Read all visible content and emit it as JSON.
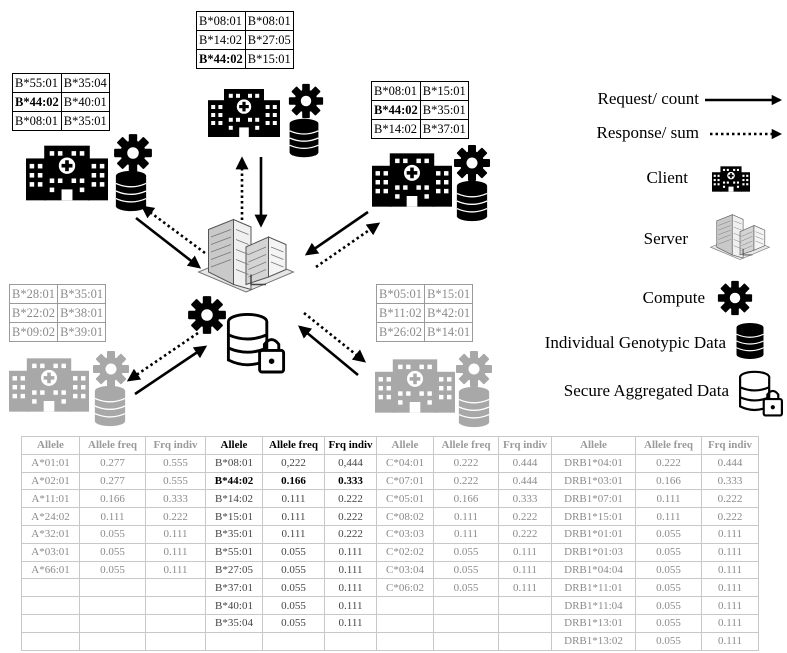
{
  "sites": {
    "top": {
      "rows": [
        [
          "B*08:01",
          "B*08:01"
        ],
        [
          "B*14:02",
          "B*27:05"
        ],
        [
          "B*44:02",
          "B*15:01"
        ]
      ],
      "bold": [
        [
          2,
          0
        ]
      ]
    },
    "top_left": {
      "rows": [
        [
          "B*55:01",
          "B*35:04"
        ],
        [
          "B*44:02",
          "B*40:01"
        ],
        [
          "B*08:01",
          "B*35:01"
        ]
      ],
      "bold": [
        [
          1,
          0
        ]
      ]
    },
    "top_right": {
      "rows": [
        [
          "B*08:01",
          "B*15:01"
        ],
        [
          "B*44:02",
          "B*35:01"
        ],
        [
          "B*14:02",
          "B*37:01"
        ]
      ],
      "bold": [
        [
          1,
          0
        ]
      ]
    },
    "bottom_left": {
      "rows": [
        [
          "B*28:01",
          "B*35:01"
        ],
        [
          "B*22:02",
          "B*38:01"
        ],
        [
          "B*09:02",
          "B*39:01"
        ]
      ],
      "bold": []
    },
    "bottom_right": {
      "rows": [
        [
          "B*05:01",
          "B*15:01"
        ],
        [
          "B*11:02",
          "B*42:01"
        ],
        [
          "B*26:02",
          "B*14:01"
        ]
      ],
      "bold": []
    }
  },
  "legend": {
    "request": "Request/ count",
    "response": "Response/ sum",
    "client": "Client",
    "server": "Server",
    "compute": "Compute",
    "individual": "Individual Genotypic Data",
    "secure": "Secure Aggregated Data"
  },
  "colors": {
    "active": "#000000",
    "faded": "#a8a8a8"
  },
  "icons": [
    "hospital-icon",
    "gear-icon",
    "database-icon",
    "server-building-icon",
    "secure-database-icon",
    "lock-icon"
  ],
  "table": {
    "headers": [
      "Allele",
      "Allele freq",
      "Frq indiv",
      "Allele",
      "Allele freq",
      "Frq indiv",
      "Allele",
      "Allele freq",
      "Frq indiv",
      "Allele",
      "Allele freq",
      "Frq indiv"
    ],
    "rows": [
      [
        "A*01:01",
        "0.277",
        "0.555",
        "B*08:01",
        "0,222",
        "0,444",
        "C*04:01",
        "0.222",
        "0.444",
        "DRB1*04:01",
        "0.222",
        "0.444"
      ],
      [
        "A*02:01",
        "0.277",
        "0.555",
        "B*44:02",
        "0.166",
        "0.333",
        "C*07:01",
        "0.222",
        "0.444",
        "DRB1*03:01",
        "0.166",
        "0.333"
      ],
      [
        "A*11:01",
        "0.166",
        "0.333",
        "B*14:02",
        "0.111",
        "0.222",
        "C*05:01",
        "0.166",
        "0.333",
        "DRB1*07:01",
        "0.111",
        "0.222"
      ],
      [
        "A*24:02",
        "0.111",
        "0.222",
        "B*15:01",
        "0.111",
        "0.222",
        "C*08:02",
        "0.111",
        "0.222",
        "DRB1*15:01",
        "0.111",
        "0.222"
      ],
      [
        "A*32:01",
        "0.055",
        "0.111",
        "B*35:01",
        "0.111",
        "0.222",
        "C*03:03",
        "0.111",
        "0.222",
        "DRB1*01:01",
        "0.055",
        "0.111"
      ],
      [
        "A*03:01",
        "0.055",
        "0.111",
        "B*55:01",
        "0.055",
        "0.111",
        "C*02:02",
        "0.055",
        "0.111",
        "DRB1*01:03",
        "0.055",
        "0.111"
      ],
      [
        "A*66:01",
        "0.055",
        "0.111",
        "B*27:05",
        "0.055",
        "0.111",
        "C*03:04",
        "0.055",
        "0.111",
        "DRB1*04:04",
        "0.055",
        "0.111"
      ],
      [
        "",
        "",
        "",
        "B*37:01",
        "0.055",
        "0.111",
        "C*06:02",
        "0.055",
        "0.111",
        "DRB1*11:01",
        "0.055",
        "0.111"
      ],
      [
        "",
        "",
        "",
        "B*40:01",
        "0.055",
        "0.111",
        "",
        "",
        "",
        "DRB1*11:04",
        "0.055",
        "0.111"
      ],
      [
        "",
        "",
        "",
        "B*35:04",
        "0.055",
        "0.111",
        "",
        "",
        "",
        "DRB1*13:01",
        "0.055",
        "0.111"
      ],
      [
        "",
        "",
        "",
        "",
        "",
        "",
        "",
        "",
        "",
        "DRB1*13:02",
        "0.055",
        "0.111"
      ]
    ],
    "highlight_row": 1
  }
}
